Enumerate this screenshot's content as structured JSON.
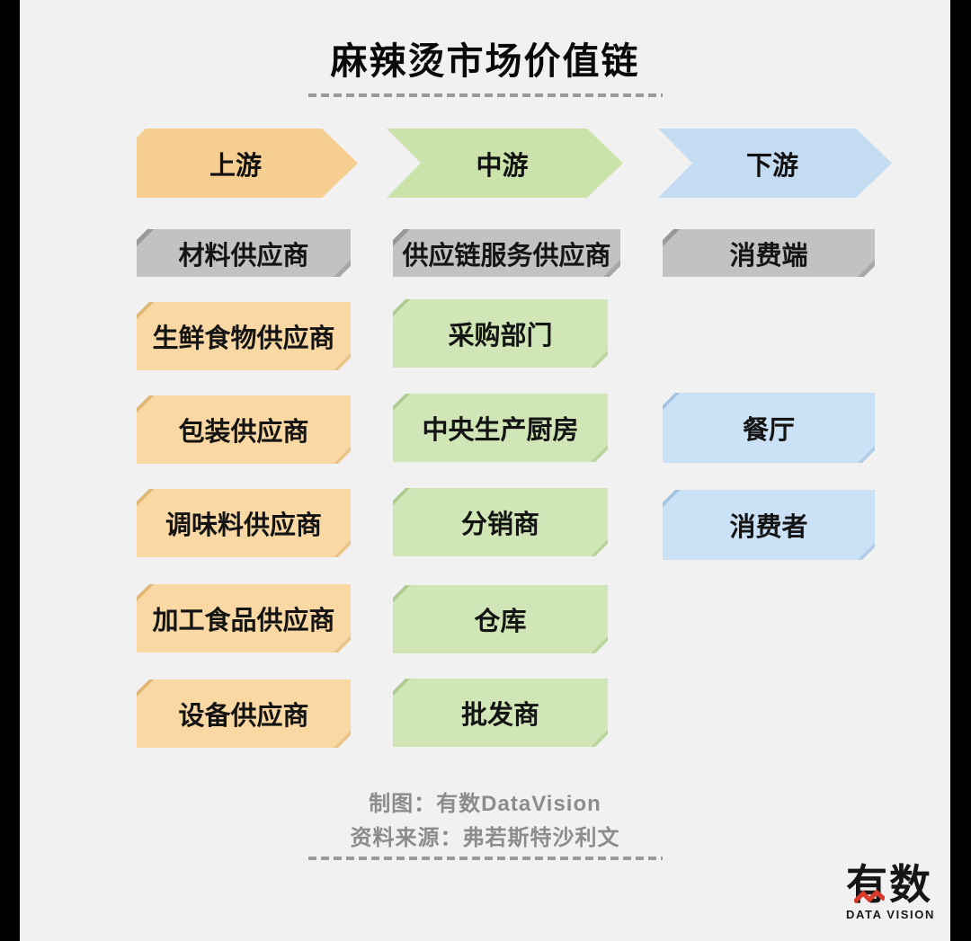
{
  "title": "麻辣烫市场价值链",
  "stages": [
    {
      "label": "上游",
      "category": "材料供应商",
      "items": [
        "生鲜食物供应商",
        "包装供应商",
        "调味料供应商",
        "加工食品供应商",
        "设备供应商"
      ]
    },
    {
      "label": "中游",
      "category": "供应链服务供应商",
      "items": [
        "采购部门",
        "中央生产厨房",
        "分销商",
        "仓库",
        "批发商"
      ]
    },
    {
      "label": "下游",
      "category": "消费端",
      "items": [
        "餐厅",
        "消费者"
      ]
    }
  ],
  "footer": {
    "credit": "制图：有数DataVision",
    "source": "资料来源：弗若斯特沙利文"
  },
  "logo": {
    "wordmark": "有数",
    "subtitle": "DATA VISION"
  },
  "colors": {
    "background": "#F1F1F1",
    "upstream_arrow": "#F7CE92",
    "upstream_box": "#FAD8A4",
    "midstream_arrow": "#CBE3AB",
    "midstream_box": "#D1E6B6",
    "downstream_arrow": "#C4DCF2",
    "downstream_box": "#CBE1F5",
    "category_gray": "#C2C2C2",
    "footer_text": "#8C8C8C",
    "logo_accent_red": "#D93A2B"
  }
}
